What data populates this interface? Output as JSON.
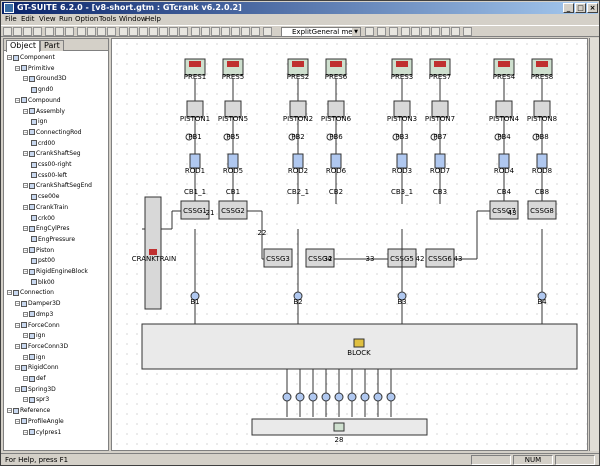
{
  "window": {
    "title": "GT-SUITE 6.2.0 - [v8-short.gtm : GTcrank v6.2.0.2]"
  },
  "menu": [
    "File",
    "Edit",
    "View",
    "Run",
    "Option",
    "Tools",
    "Window",
    "Help"
  ],
  "toolbar": {
    "combo_value": "ExplitGeneral meta"
  },
  "tabs": [
    "Object",
    "Part"
  ],
  "tree": [
    {
      "label": "Component",
      "level": 0
    },
    {
      "label": "Primitive",
      "level": 1
    },
    {
      "label": "Ground3D",
      "level": 2
    },
    {
      "label": "gnd0",
      "level": 3
    },
    {
      "label": "Compound",
      "level": 1
    },
    {
      "label": "Assembly",
      "level": 2
    },
    {
      "label": "ign",
      "level": 3
    },
    {
      "label": "ConnectingRod",
      "level": 2
    },
    {
      "label": "crd00",
      "level": 3
    },
    {
      "label": "CrankShaftSeg",
      "level": 2
    },
    {
      "label": "css00-right",
      "level": 3
    },
    {
      "label": "css00-left",
      "level": 3
    },
    {
      "label": "CrankShaftSegEnd",
      "level": 2
    },
    {
      "label": "cse00e",
      "level": 3
    },
    {
      "label": "CrankTrain",
      "level": 2
    },
    {
      "label": "crk00",
      "level": 3
    },
    {
      "label": "EngCylPres",
      "level": 2
    },
    {
      "label": "EngPressure",
      "level": 3
    },
    {
      "label": "Piston",
      "level": 2
    },
    {
      "label": "pst00",
      "level": 3
    },
    {
      "label": "RigidEngineBlock",
      "level": 2
    },
    {
      "label": "blk00",
      "level": 3
    },
    {
      "label": "Connection",
      "level": 0
    },
    {
      "label": "Damper3D",
      "level": 1
    },
    {
      "label": "dmp3",
      "level": 2
    },
    {
      "label": "ForceConn",
      "level": 1
    },
    {
      "label": "ign",
      "level": 2
    },
    {
      "label": "ForceConn3D",
      "level": 1
    },
    {
      "label": "ign",
      "level": 2
    },
    {
      "label": "RigidConn",
      "level": 1
    },
    {
      "label": "def",
      "level": 2
    },
    {
      "label": "Spring3D",
      "level": 1
    },
    {
      "label": "spr3",
      "level": 2
    },
    {
      "label": "Reference",
      "level": 0
    },
    {
      "label": "ProfileAngle",
      "level": 1
    },
    {
      "label": "cylpres1",
      "level": 2
    }
  ],
  "diagram": {
    "pres": [
      "PRES1",
      "PRES5",
      "PRES2",
      "PRES6",
      "PRES3",
      "PRES7",
      "PRES4",
      "PRES8"
    ],
    "pistons": [
      "PISTON1",
      "PISTON5",
      "PISTON2",
      "PISTON6",
      "PISTON3",
      "PISTON7",
      "PISTON4",
      "PISTON8"
    ],
    "pb": [
      "PB1",
      "PB5",
      "PB2",
      "PB6",
      "PB3",
      "PB7",
      "PB4",
      "PB8"
    ],
    "rods": [
      "ROD1",
      "ROD5",
      "ROD2",
      "ROD6",
      "ROD3",
      "ROD7",
      "ROD4",
      "ROD8"
    ],
    "cb": [
      "CB1_1",
      "CB1",
      "CB2_1",
      "CB2",
      "CB3_1",
      "CB3",
      "CB4",
      "CB8"
    ],
    "cs": [
      "CSSG1",
      "CSSG2",
      "CSSG3",
      "CSSG4",
      "CSSG5",
      "CSSG6",
      "CSSG7",
      "CSSG8"
    ],
    "mb": [
      "B1",
      "B2",
      "B3",
      "B4"
    ],
    "nums": [
      "21",
      "22",
      "32",
      "33",
      "42",
      "43",
      "43"
    ],
    "crank_label": "CRANKTRAIN",
    "block_label": "BLOCK",
    "bottom_num": "28"
  },
  "status": {
    "help": "For Help, press F1",
    "num": "NUM"
  }
}
